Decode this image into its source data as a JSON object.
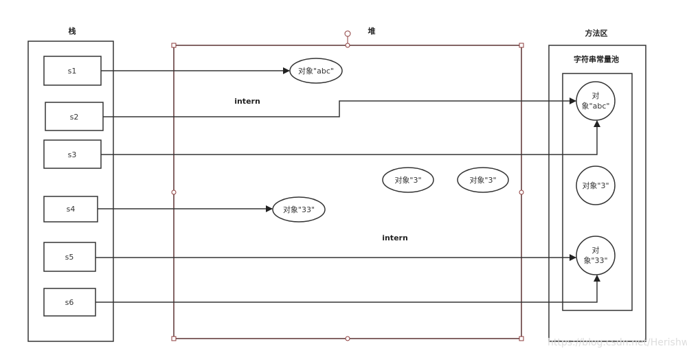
{
  "labels": {
    "stack": "栈",
    "heap": "堆",
    "method_area": "方法区",
    "string_pool": "字符串常量池"
  },
  "stack_vars": [
    "s1",
    "s2",
    "s3",
    "s4",
    "s5",
    "s6"
  ],
  "heap_objects": {
    "abc": "对象\"abc\"",
    "three_a": "对象\"3\"",
    "three_b": "对象\"3\"",
    "thirtythree": "对象\"33\""
  },
  "pool_objects": {
    "abc_line1": "对",
    "abc_line2": "象\"abc\"",
    "three": "对象\"3\"",
    "thirtythree_line1": "对",
    "thirtythree_line2": "象\"33\""
  },
  "annotations": {
    "intern1": "intern",
    "intern2": "intern"
  },
  "watermark": "https://blog.csdn.net/Herishwater"
}
